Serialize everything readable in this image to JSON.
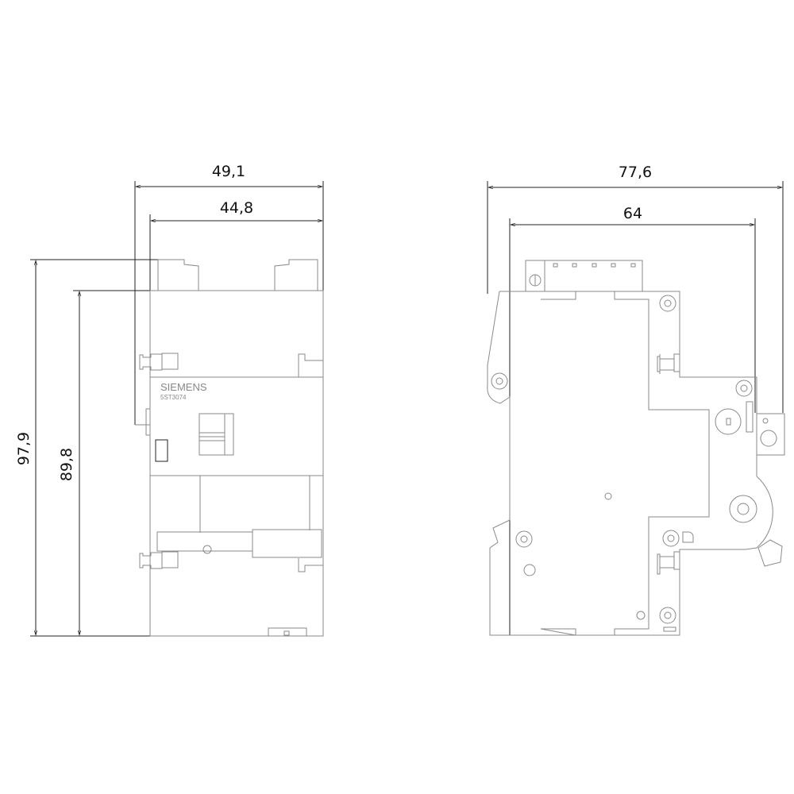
{
  "front_view": {
    "dim_width_outer": "49,1",
    "dim_width_inner": "44,8",
    "dim_height_outer": "97,9",
    "dim_height_inner": "89,8",
    "brand": "SIEMENS",
    "model": "5ST3074"
  },
  "side_view": {
    "dim_width_outer": "77,6",
    "dim_width_inner": "64"
  },
  "colors": {
    "outline": "#8a8a8a",
    "dimension": "#222222"
  }
}
